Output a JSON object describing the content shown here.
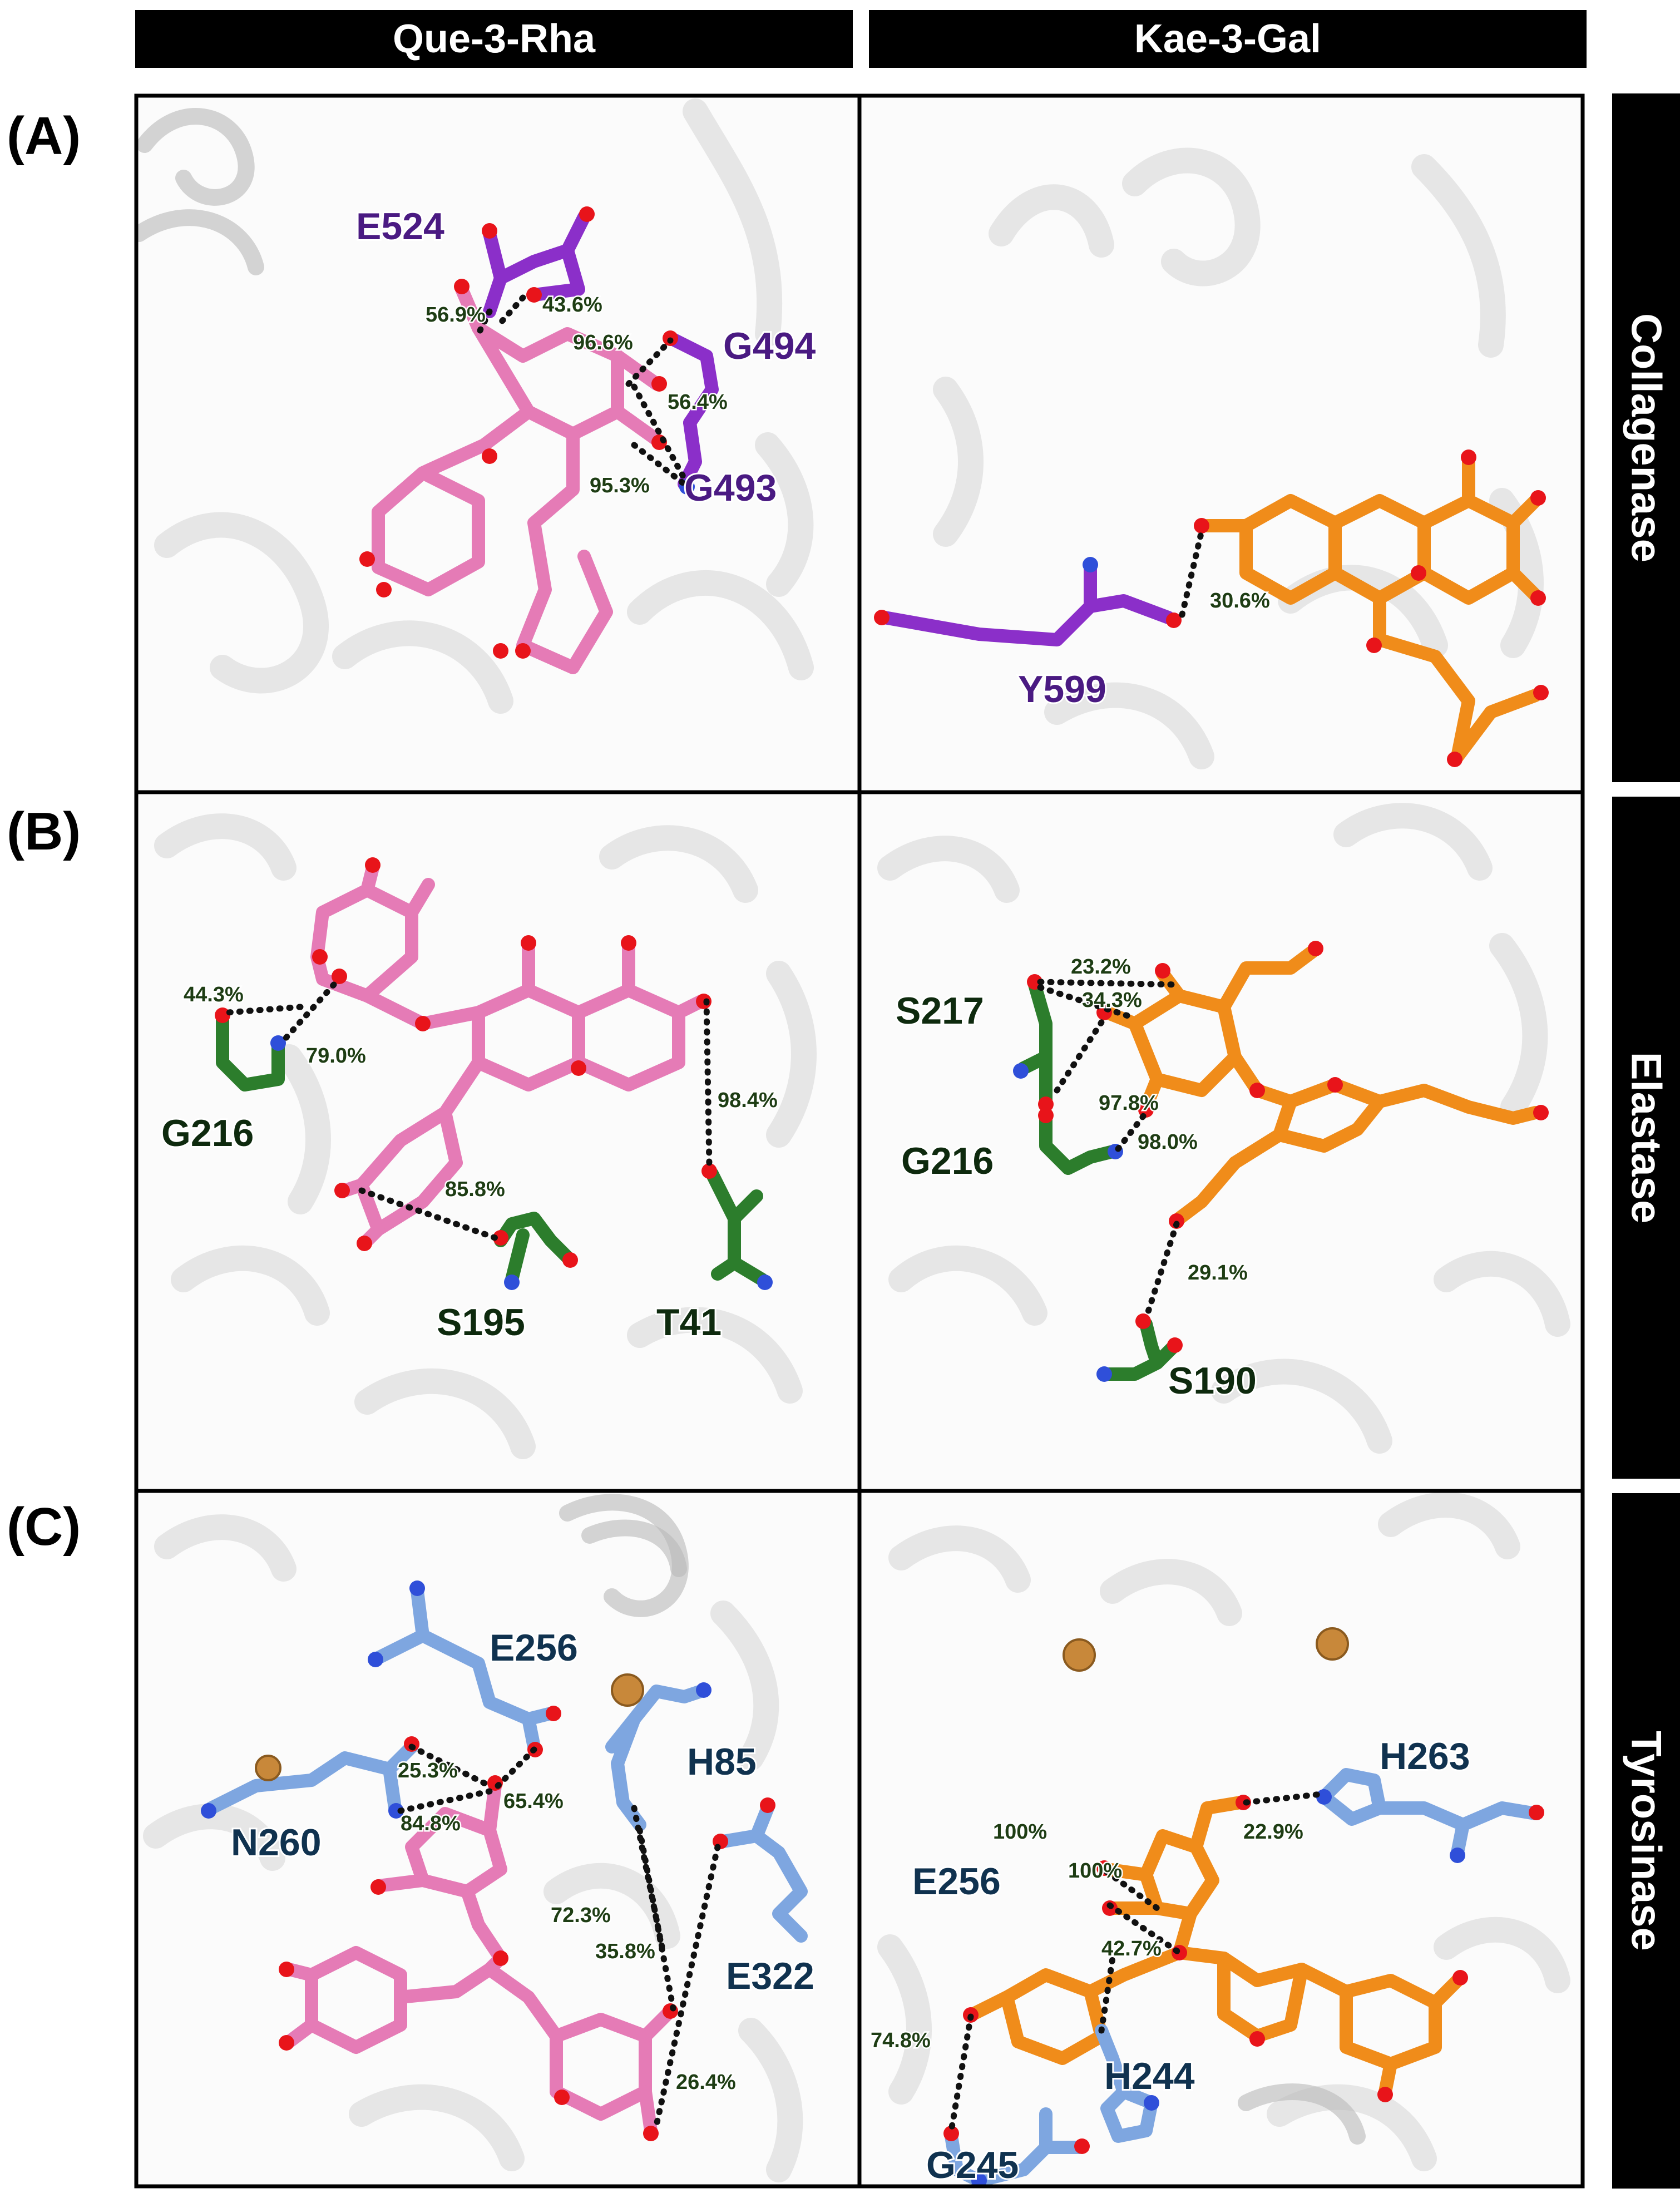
{
  "columns": [
    "Que-3-Rha",
    "Kae-3-Gal"
  ],
  "rows": [
    {
      "letter": "(A)",
      "enzyme": "Collagenase"
    },
    {
      "letter": "(B)",
      "enzyme": "Elastase"
    },
    {
      "letter": "(C)",
      "enzyme": "Tyrosinase"
    }
  ],
  "colors": {
    "que_ligand": "#e57bb6",
    "kae_ligand": "#f08c1a",
    "collagenase_residue": "#8b2fc9",
    "elastase_residue": "#2c7d2c",
    "tyrosinase_residue": "#7ea6e0",
    "oxygen": "#e8141a",
    "nitrogen": "#2f4fd9",
    "copper_ion": "#c8883a"
  },
  "panels": {
    "A1": {
      "residues": [
        "E524",
        "G494",
        "G493"
      ],
      "bonds": [
        "56.9%",
        "43.6%",
        "96.6%",
        "56.4%",
        "95.3%"
      ]
    },
    "A2": {
      "residues": [
        "Y599"
      ],
      "bonds": [
        "30.6%"
      ]
    },
    "B1": {
      "residues": [
        "G216",
        "S195",
        "T41"
      ],
      "bonds": [
        "44.3%",
        "79.0%",
        "85.8%",
        "98.4%"
      ]
    },
    "B2": {
      "residues": [
        "S217",
        "G216",
        "S190"
      ],
      "bonds": [
        "23.2%",
        "34.3%",
        "97.8%",
        "98.0%",
        "29.1%"
      ]
    },
    "C1": {
      "residues": [
        "E256",
        "N260",
        "H85",
        "E322"
      ],
      "bonds": [
        "25.3%",
        "65.4%",
        "84.8%",
        "72.3%",
        "35.8%",
        "26.4%"
      ]
    },
    "C2": {
      "residues": [
        "H263",
        "E256",
        "H244",
        "G245"
      ],
      "bonds": [
        "22.9%",
        "100%",
        "100%",
        "42.7%",
        "74.8%"
      ]
    }
  }
}
